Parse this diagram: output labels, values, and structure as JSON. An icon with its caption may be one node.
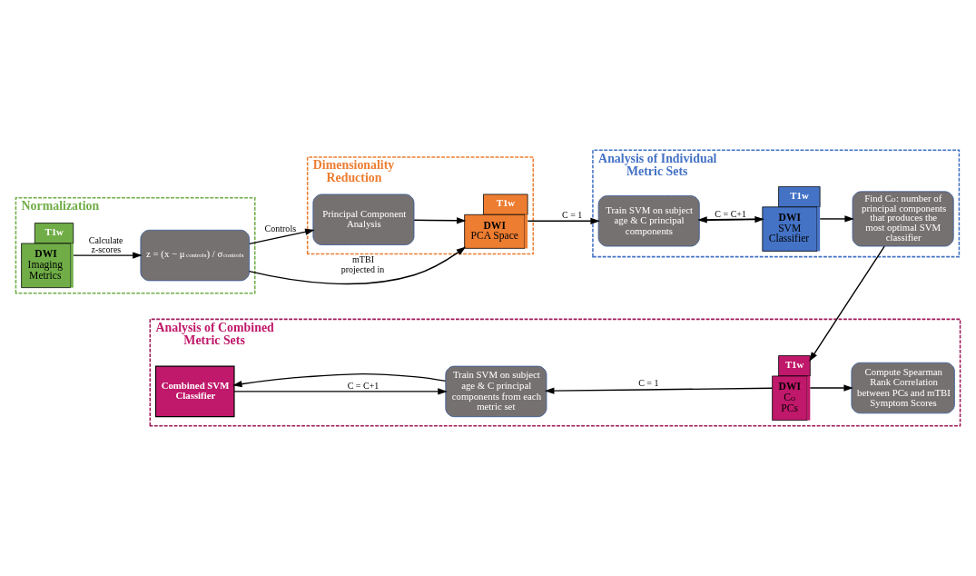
{
  "diagram": {
    "nodes": [
      {
        "text": [
          "Normalization"
        ]
      },
      {
        "text": [
          "T1w",
          "DWI",
          "Imaging Metrics"
        ],
        "in": 0
      },
      {
        "text": [
          "z = (x − μ$_{controls}$) / σ$_{controls}$"
        ],
        "in": 0
      },
      {
        "text": [
          "Dimensionality Reduction"
        ]
      },
      {
        "text": [
          "T1w",
          "DWI",
          "PCA Space"
        ],
        "in": 3
      },
      {
        "text": [
          "Principal Component Analysis"
        ],
        "in": 3
      },
      {
        "text": [
          "Analysis of Individual Metric Sets"
        ]
      },
      {
        "text": [
          "Train SVM on subject age & C principal components"
        ],
        "in": 6
      },
      {
        "text": [
          "T1w",
          "DWI",
          "SVM Classifier"
        ],
        "in": 6
      },
      {
        "text": [
          "Find C$_{O}$: number of principal components that produces the most optimal SVM classifier"
        ],
        "in": 6
      },
      {
        "text": [
          "Analysis of Combined Metric Sets"
        ]
      },
      {
        "text": [
          "Combined SVM Classifier"
        ],
        "in": 10
      },
      {
        "text": [
          "Train SVM on subject age & C principal components from each metric set"
        ],
        "in": 10
      },
      {
        "text": [
          "T1w",
          "DWI",
          "C$_{O}$",
          "PCs"
        ],
        "in": 10
      },
      {
        "text": [
          "Compute Spearman Rank Correlation between PCs and mTBI Symptom Scores"
        ],
        "in": 10
      }
    ],
    "edges": [
      {
        "from": 1,
        "to": 2,
        "arrow": "to",
        "label": "Calculate z-scores"
      },
      {
        "from": 2,
        "to": 4,
        "arrow": "to",
        "label": "mTBI projected in"
      },
      {
        "from": 2,
        "to": 5,
        "arrow": "to",
        "label": "Controls"
      },
      {
        "from": 5,
        "to": 4,
        "arrow": "to"
      },
      {
        "from": 4,
        "to": 7,
        "arrow": "to",
        "label": "C = 1"
      },
      {
        "from": 7,
        "to": 8,
        "arrow": "to"
      },
      {
        "from": 8,
        "to": 7,
        "arrow": "to",
        "label": "C = C+1"
      },
      {
        "from": 8,
        "to": 9,
        "arrow": "to"
      },
      {
        "from": 9,
        "to": 13,
        "arrow": "to"
      },
      {
        "from": 13,
        "to": 12,
        "arrow": "to",
        "label": "C = 1"
      },
      {
        "from": 12,
        "to": 11,
        "arrow": "to"
      },
      {
        "from": 11,
        "to": 12,
        "arrow": "to",
        "label": "C = C+1"
      },
      {
        "from": 13,
        "to": 14,
        "arrow": "to"
      }
    ]
  }
}
